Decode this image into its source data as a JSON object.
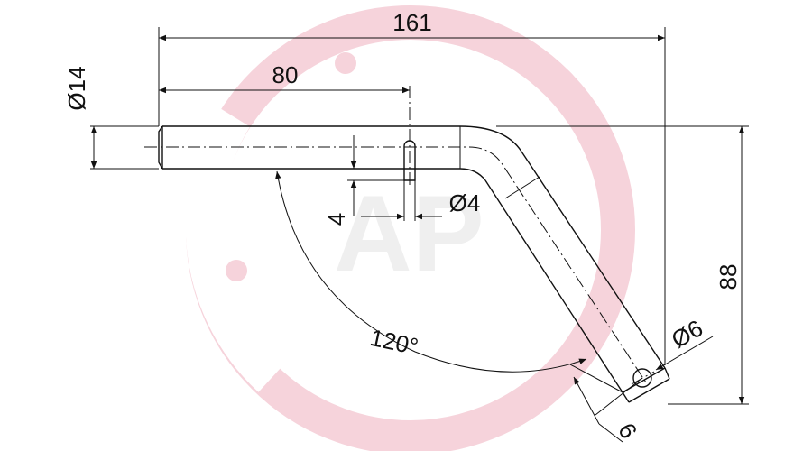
{
  "colors": {
    "line": "#111111",
    "watermark": "#f2c4cf",
    "watermark_gray": "#ececec",
    "background": "#ffffff"
  },
  "dimensions": {
    "overall_length": "161",
    "straight_length": "80",
    "shaft_diameter": "Ø14",
    "pin_hole_diameter": "Ø4",
    "pin_hole_offset": "4",
    "bend_angle": "120°",
    "end_hole_diameter": "Ø6",
    "end_hole_offset": "6",
    "height": "88"
  },
  "watermark": {
    "logo_text": "AP"
  }
}
